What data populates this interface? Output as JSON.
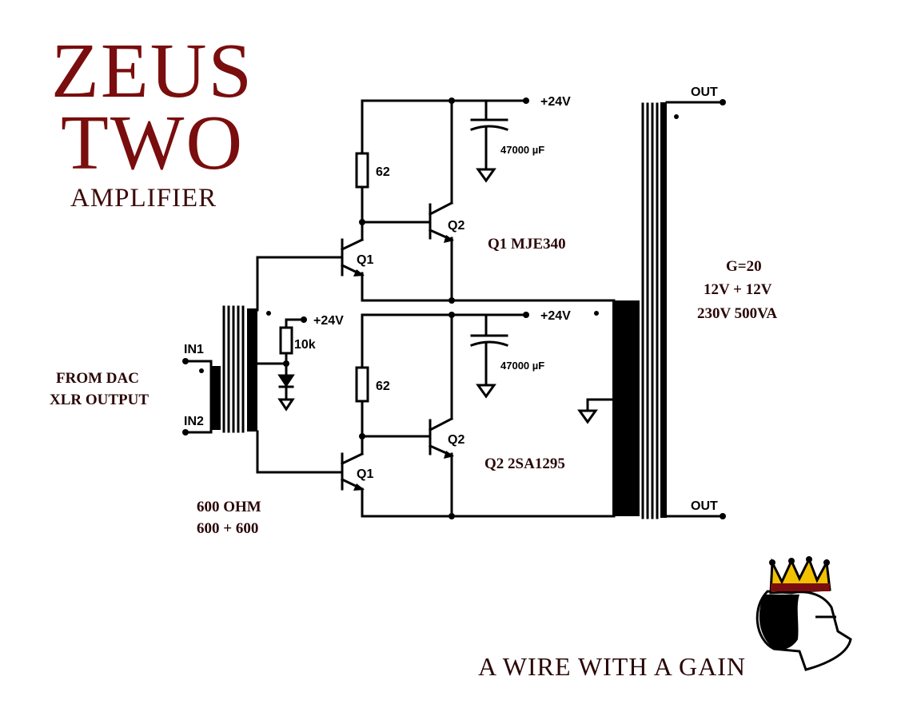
{
  "title": {
    "line1": "ZEUS",
    "line2": "TWO",
    "subtitle": "AMPLIFIER"
  },
  "input": {
    "label1": "FROM DAC",
    "label2": "XLR OUTPUT",
    "in1": "IN1",
    "in2": "IN2"
  },
  "input_transformer": {
    "label1": "600 OHM",
    "label2": "600 + 600"
  },
  "supply": {
    "rail_top": "+24V",
    "rail_bottom": "+24V",
    "bias_rail": "+24V"
  },
  "components": {
    "bias_resistor": "10k",
    "resistor_top": "62",
    "resistor_bottom": "62",
    "cap_top": "47000 µF",
    "cap_bottom": "47000 µF",
    "q1_top": "Q1",
    "q2_top": "Q2",
    "q1_bottom": "Q1",
    "q2_bottom": "Q2"
  },
  "parts": {
    "q1_part": "Q1 MJE340",
    "q2_part": "Q2 2SA1295"
  },
  "output_transformer": {
    "gain": "G=20",
    "secondary": "12V + 12V",
    "rating": "230V 500VA",
    "out_top": "OUT",
    "out_bottom": "OUT"
  },
  "slogan": "A WIRE WITH A GAIN",
  "colors": {
    "title": "#7a0d0d",
    "text": "#2a0606",
    "wire": "#000000",
    "crown": "#f2c200"
  }
}
